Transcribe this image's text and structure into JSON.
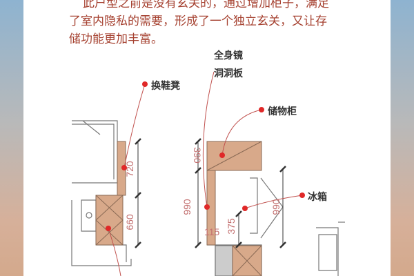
{
  "paragraph": {
    "line1": "此户型之前是没有玄关的，通过增加柜子，满足",
    "line2": "了室内隐私的需要，形成了一个独立玄关，又让存",
    "line3": "储功能更加丰富。"
  },
  "labels": {
    "mirror": "全身镜",
    "pegboard": "洞洞板",
    "bench": "换鞋凳",
    "cabinet": "储物柜",
    "fridge": "冰箱"
  },
  "dimensions": {
    "d720": "720",
    "d660": "660",
    "d390": "390",
    "d990a": "990",
    "d115": "115",
    "d375": "375",
    "d990b": "990"
  },
  "colors": {
    "accent": "#a5402f",
    "dot": "#e02828",
    "wood": "#d8a98a"
  }
}
